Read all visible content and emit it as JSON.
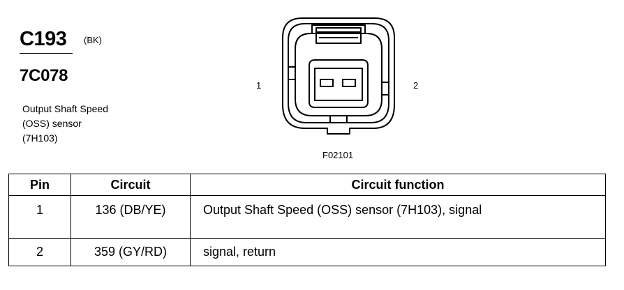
{
  "header": {
    "connector_id": "C193",
    "color_code": "(BK)",
    "part_number": "7C078",
    "description_lines": [
      "Output Shaft Speed",
      "(OSS) sensor",
      "(7H103)"
    ]
  },
  "diagram": {
    "pin_labels": [
      "1",
      "2"
    ],
    "figure_id": "F02101"
  },
  "table": {
    "headers": [
      "Pin",
      "Circuit",
      "Circuit function"
    ],
    "rows": [
      {
        "pin": "1",
        "circuit": "136 (DB/YE)",
        "function": "Output Shaft Speed (OSS) sensor (7H103), signal"
      },
      {
        "pin": "2",
        "circuit": "359 (GY/RD)",
        "function": "signal, return"
      }
    ]
  }
}
